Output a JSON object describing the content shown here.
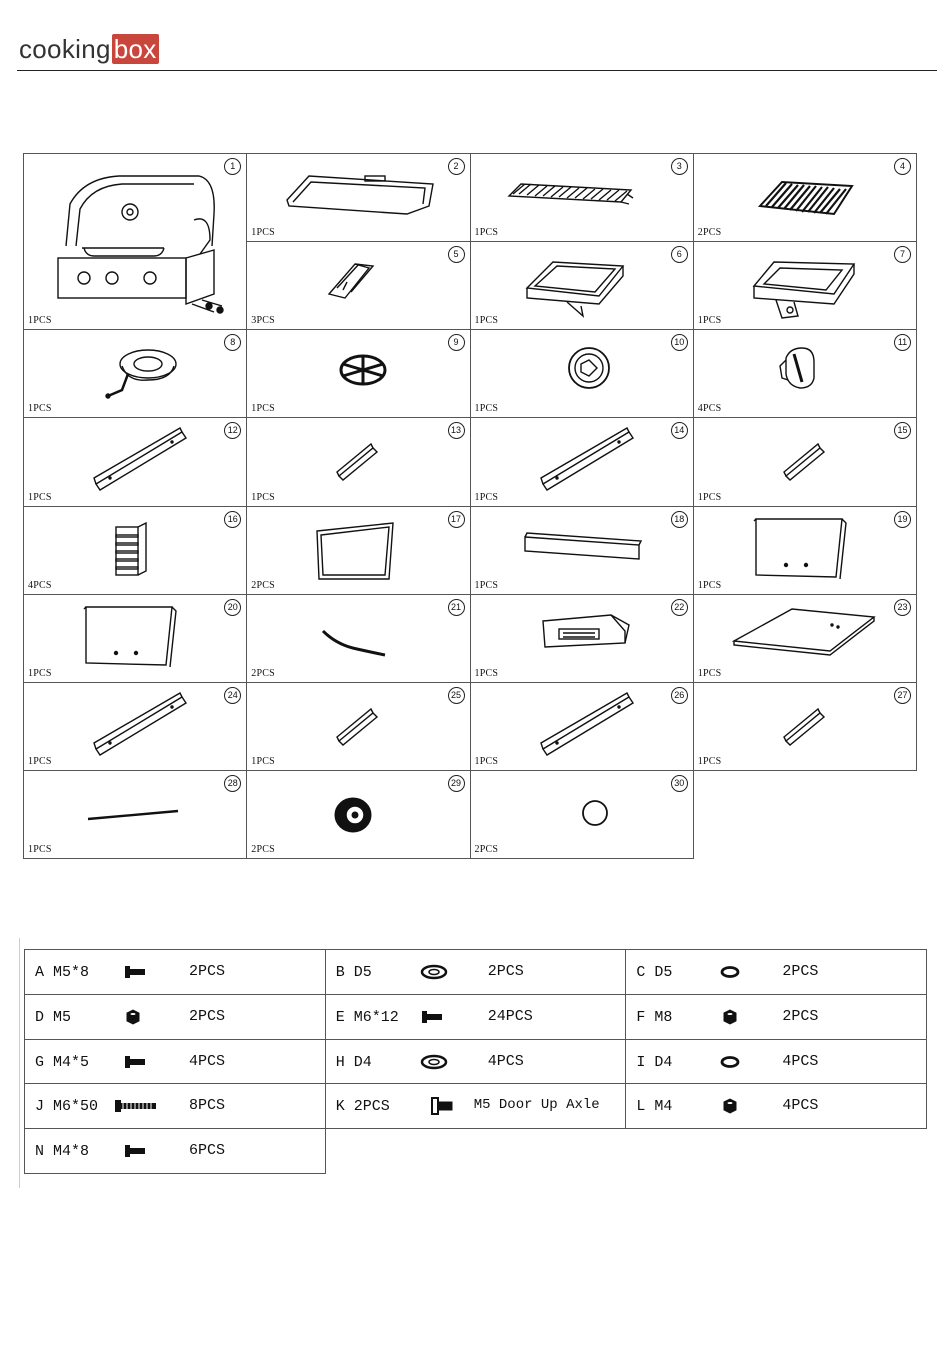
{
  "brand": {
    "logo_text_a": "cooking",
    "logo_text_b": "box"
  },
  "parts": [
    {
      "num": "1",
      "qty": "1PCS",
      "icon": "grill-icon"
    },
    {
      "num": "2",
      "qty": "1PCS",
      "icon": "grease-tray-icon"
    },
    {
      "num": "3",
      "qty": "1PCS",
      "icon": "warming-rack-icon"
    },
    {
      "num": "4",
      "qty": "2PCS",
      "icon": "cooking-grate-icon"
    },
    {
      "num": "5",
      "qty": "3PCS",
      "icon": "flame-tamer-icon"
    },
    {
      "num": "6",
      "qty": "1PCS",
      "icon": "side-burner-tray-icon"
    },
    {
      "num": "7",
      "qty": "1PCS",
      "icon": "side-burner-box-icon"
    },
    {
      "num": "8",
      "qty": "1PCS",
      "icon": "side-burner-icon"
    },
    {
      "num": "9",
      "qty": "1PCS",
      "icon": "burner-grate-icon"
    },
    {
      "num": "10",
      "qty": "1PCS",
      "icon": "bezel-icon"
    },
    {
      "num": "11",
      "qty": "4PCS",
      "icon": "control-knob-icon"
    },
    {
      "num": "12",
      "qty": "1PCS",
      "icon": "long-rail-icon"
    },
    {
      "num": "13",
      "qty": "1PCS",
      "icon": "short-rail-icon"
    },
    {
      "num": "14",
      "qty": "1PCS",
      "icon": "long-rail-icon"
    },
    {
      "num": "15",
      "qty": "1PCS",
      "icon": "short-rail-icon"
    },
    {
      "num": "16",
      "qty": "4PCS",
      "icon": "stacked-brackets-icon"
    },
    {
      "num": "17",
      "qty": "2PCS",
      "icon": "side-panel-icon"
    },
    {
      "num": "18",
      "qty": "1PCS",
      "icon": "front-rail-icon"
    },
    {
      "num": "19",
      "qty": "1PCS",
      "icon": "door-panel-icon"
    },
    {
      "num": "20",
      "qty": "1PCS",
      "icon": "door-panel-icon"
    },
    {
      "num": "21",
      "qty": "2PCS",
      "icon": "door-handle-icon"
    },
    {
      "num": "22",
      "qty": "1PCS",
      "icon": "tank-holder-icon"
    },
    {
      "num": "23",
      "qty": "1PCS",
      "icon": "bottom-shelf-icon"
    },
    {
      "num": "24",
      "qty": "1PCS",
      "icon": "long-rail-icon"
    },
    {
      "num": "25",
      "qty": "1PCS",
      "icon": "short-rail-icon"
    },
    {
      "num": "26",
      "qty": "1PCS",
      "icon": "long-rail-icon"
    },
    {
      "num": "27",
      "qty": "1PCS",
      "icon": "short-rail-icon"
    },
    {
      "num": "28",
      "qty": "1PCS",
      "icon": "axle-rod-icon"
    },
    {
      "num": "29",
      "qty": "2PCS",
      "icon": "wheel-icon"
    },
    {
      "num": "30",
      "qty": "2PCS",
      "icon": "wheel-cap-icon"
    }
  ],
  "hardware": [
    {
      "code": "A M5*8",
      "qty": "2PCS",
      "icon": "screw-icon"
    },
    {
      "code": "B D5",
      "qty": "2PCS",
      "icon": "flat-washer-icon"
    },
    {
      "code": "C D5",
      "qty": "2PCS",
      "icon": "spring-washer-icon"
    },
    {
      "code": "D M5",
      "qty": "2PCS",
      "icon": "nut-icon"
    },
    {
      "code": "E M6*12",
      "qty": "24PCS",
      "icon": "screw-icon"
    },
    {
      "code": "F M8",
      "qty": "2PCS",
      "icon": "nut-icon"
    },
    {
      "code": "G M4*5",
      "qty": "4PCS",
      "icon": "screw-icon"
    },
    {
      "code": "H D4",
      "qty": "4PCS",
      "icon": "flat-washer-icon"
    },
    {
      "code": "I D4",
      "qty": "4PCS",
      "icon": "spring-washer-icon"
    },
    {
      "code": "J M6*50",
      "qty": "8PCS",
      "icon": "long-bolt-icon"
    },
    {
      "code": "K 2PCS",
      "qty": "M5 Door Up Axle",
      "icon": "axle-bolt-icon"
    },
    {
      "code": "L M4",
      "qty": "4PCS",
      "icon": "nut-icon"
    },
    {
      "code": "N M4*8",
      "qty": "6PCS",
      "icon": "screw-icon"
    }
  ]
}
